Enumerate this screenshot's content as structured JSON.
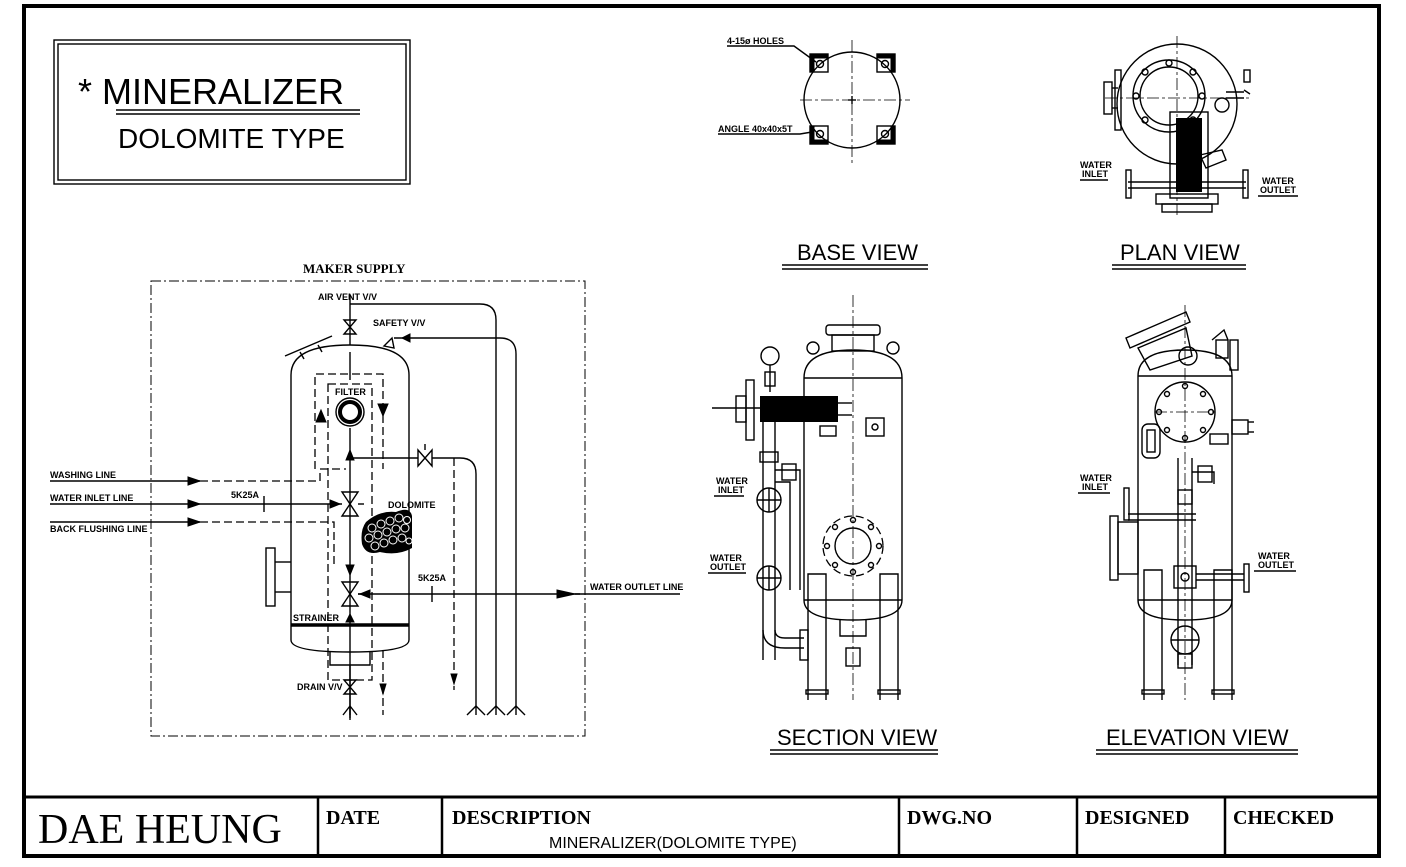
{
  "title": {
    "line1": "* MINERALIZER",
    "line2": "DOLOMITE TYPE"
  },
  "views": {
    "base": "BASE VIEW",
    "plan": "PLAN VIEW",
    "section": "SECTION VIEW",
    "elevation": "ELEVATION VIEW"
  },
  "base_labels": {
    "holes": "4-15ø HOLES",
    "angle": "ANGLE 40x40x5T"
  },
  "plan_labels": {
    "inlet": [
      "WATER",
      "INLET"
    ],
    "outlet": [
      "WATER",
      "OUTLET"
    ]
  },
  "section_labels": {
    "inlet": [
      "WATER",
      "INLET"
    ],
    "outlet": [
      "WATER",
      "OUTLET"
    ]
  },
  "elevation_labels": {
    "inlet": [
      "WATER",
      "INLET"
    ],
    "outlet": [
      "WATER",
      "OUTLET"
    ]
  },
  "schematic": {
    "maker_supply": "MAKER SUPPLY",
    "air_vent": "AIR VENT V/V",
    "safety": "SAFETY V/V",
    "filter": "FILTER",
    "dolomite": "DOLOMITE",
    "washing_line": "WASHING LINE",
    "water_inlet_line": "WATER INLET LINE",
    "back_flushing_line": "BACK FLUSHING LINE",
    "size_inlet": "5K25A",
    "size_outlet": "5K25A",
    "water_outlet_line": "WATER OUTLET LINE",
    "strainer": "STRAINER",
    "drain": "DRAIN V/V"
  },
  "title_block": {
    "company": "DAE HEUNG",
    "date_label": "DATE",
    "description_label": "DESCRIPTION",
    "description_value": "MINERALIZER(DOLOMITE TYPE)",
    "dwg_no_label": "DWG.NO",
    "designed_label": "DESIGNED",
    "checked_label": "CHECKED"
  }
}
